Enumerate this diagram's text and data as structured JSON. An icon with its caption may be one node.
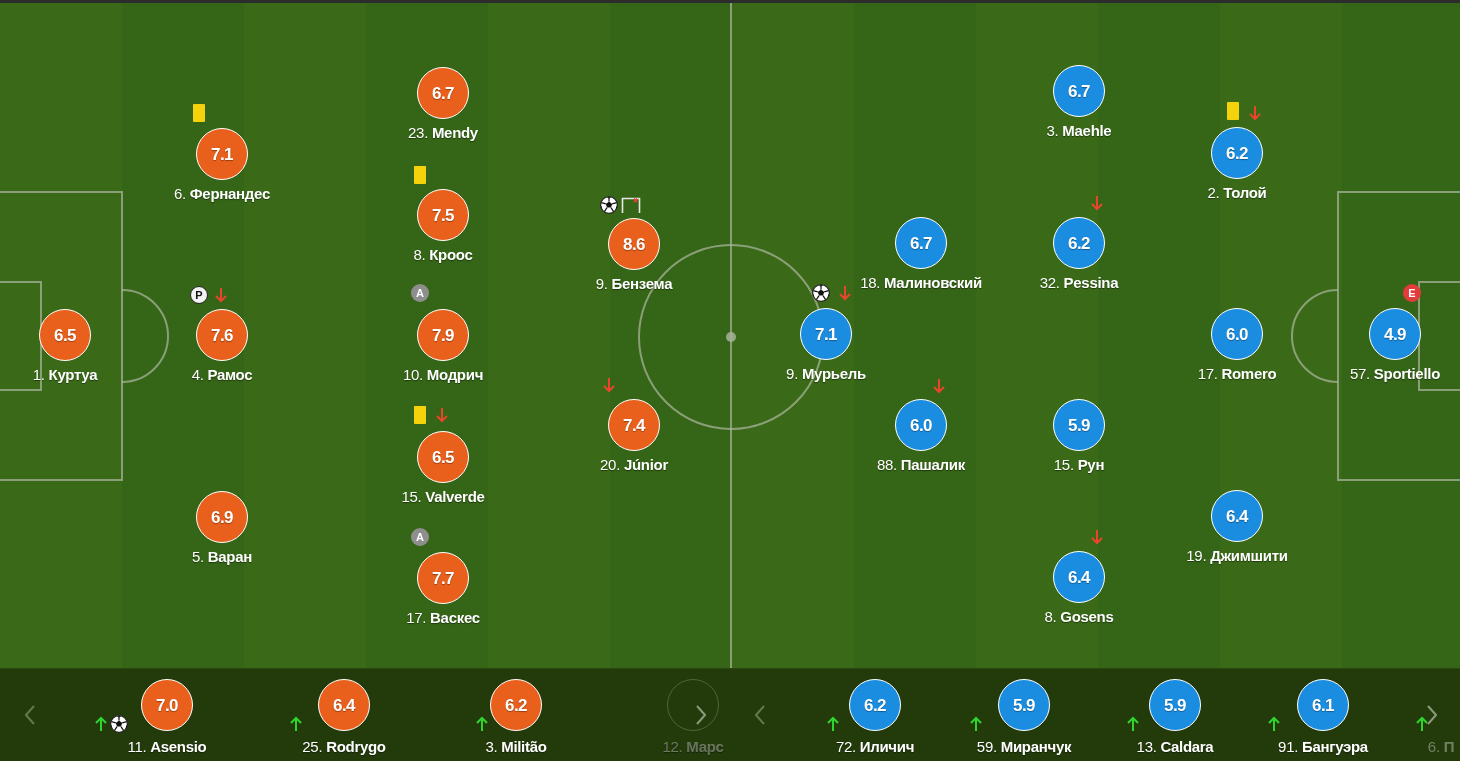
{
  "diagram": {
    "nodes": [
      {
        "text": [
          "6.5"
        ],
        "beside": [
          "1. **Куртуа**"
        ]
      },
      {
        "text": [
          "7.1"
        ],
        "beside": [
          "6. **Фернандес**"
        ]
      },
      {
        "text": [
          "7.6"
        ],
        "beside": [
          "4. **Рамос**"
        ]
      },
      {
        "text": [
          "6.9"
        ],
        "beside": [
          "5. **Варан**"
        ]
      },
      {
        "text": [
          "6.7"
        ],
        "beside": [
          "23. **Mendy**"
        ]
      },
      {
        "text": [
          "7.5"
        ],
        "beside": [
          "8. **Кроос**"
        ]
      },
      {
        "text": [
          "7.9"
        ],
        "beside": [
          "10. **Модрич**"
        ]
      },
      {
        "text": [
          "6.5"
        ],
        "beside": [
          "15. **Valverde**"
        ]
      },
      {
        "text": [
          "7.7"
        ],
        "beside": [
          "17. **Васкес**"
        ]
      },
      {
        "text": [
          "8.6"
        ],
        "beside": [
          "9. **Бензема**"
        ]
      },
      {
        "text": [
          "7.4"
        ],
        "beside": [
          "20. **Júnior**"
        ]
      },
      {
        "text": [
          "7.1"
        ],
        "beside": [
          "9. **Мурьель**"
        ]
      },
      {
        "text": [
          "6.7"
        ],
        "beside": [
          "18. **Малиновский**"
        ]
      },
      {
        "text": [
          "6.0"
        ],
        "beside": [
          "88. **Пашалик**"
        ]
      },
      {
        "text": [
          "6.7"
        ],
        "beside": [
          "3. **Maehle**"
        ]
      },
      {
        "text": [
          "6.2"
        ],
        "beside": [
          "32. **Pessina**"
        ]
      },
      {
        "text": [
          "5.9"
        ],
        "beside": [
          "15. **Рун**"
        ]
      },
      {
        "text": [
          "6.4"
        ],
        "beside": [
          "8. **Gosens**"
        ]
      },
      {
        "text": [
          "6.2"
        ],
        "beside": [
          "2. **Толой**"
        ]
      },
      {
        "text": [
          "6.0"
        ],
        "beside": [
          "17. **Romero**"
        ]
      },
      {
        "text": [
          "6.4"
        ],
        "beside": [
          "19. **Джимшити**"
        ]
      },
      {
        "text": [
          "4.9"
        ],
        "beside": [
          "57. **Sportiello**"
        ]
      },
      {
        "text": [
          "7.0"
        ],
        "beside": [
          "11. **Asensio**"
        ]
      },
      {
        "text": [
          "6.4"
        ],
        "beside": [
          "25. **Rodrygo**"
        ]
      },
      {
        "text": [
          "6.2"
        ],
        "beside": [
          "3. **Militão**"
        ]
      },
      {
        "text": [],
        "shape": "circle",
        "beside": [
          "12. **Марс**"
        ]
      },
      {
        "text": [
          "6.2"
        ],
        "beside": [
          "72. **Иличич**"
        ]
      },
      {
        "text": [
          "5.9"
        ],
        "beside": [
          "59. **Миранчук**"
        ]
      },
      {
        "text": [
          "5.9"
        ],
        "beside": [
          "13. **Caldara**"
        ]
      },
      {
        "text": [
          "6.1"
        ],
        "beside": [
          "91. **Бангуэра**"
        ]
      }
    ],
    "labels": [
      "P",
      "A",
      "E",
      "A",
      "6. **П**"
    ]
  }
}
